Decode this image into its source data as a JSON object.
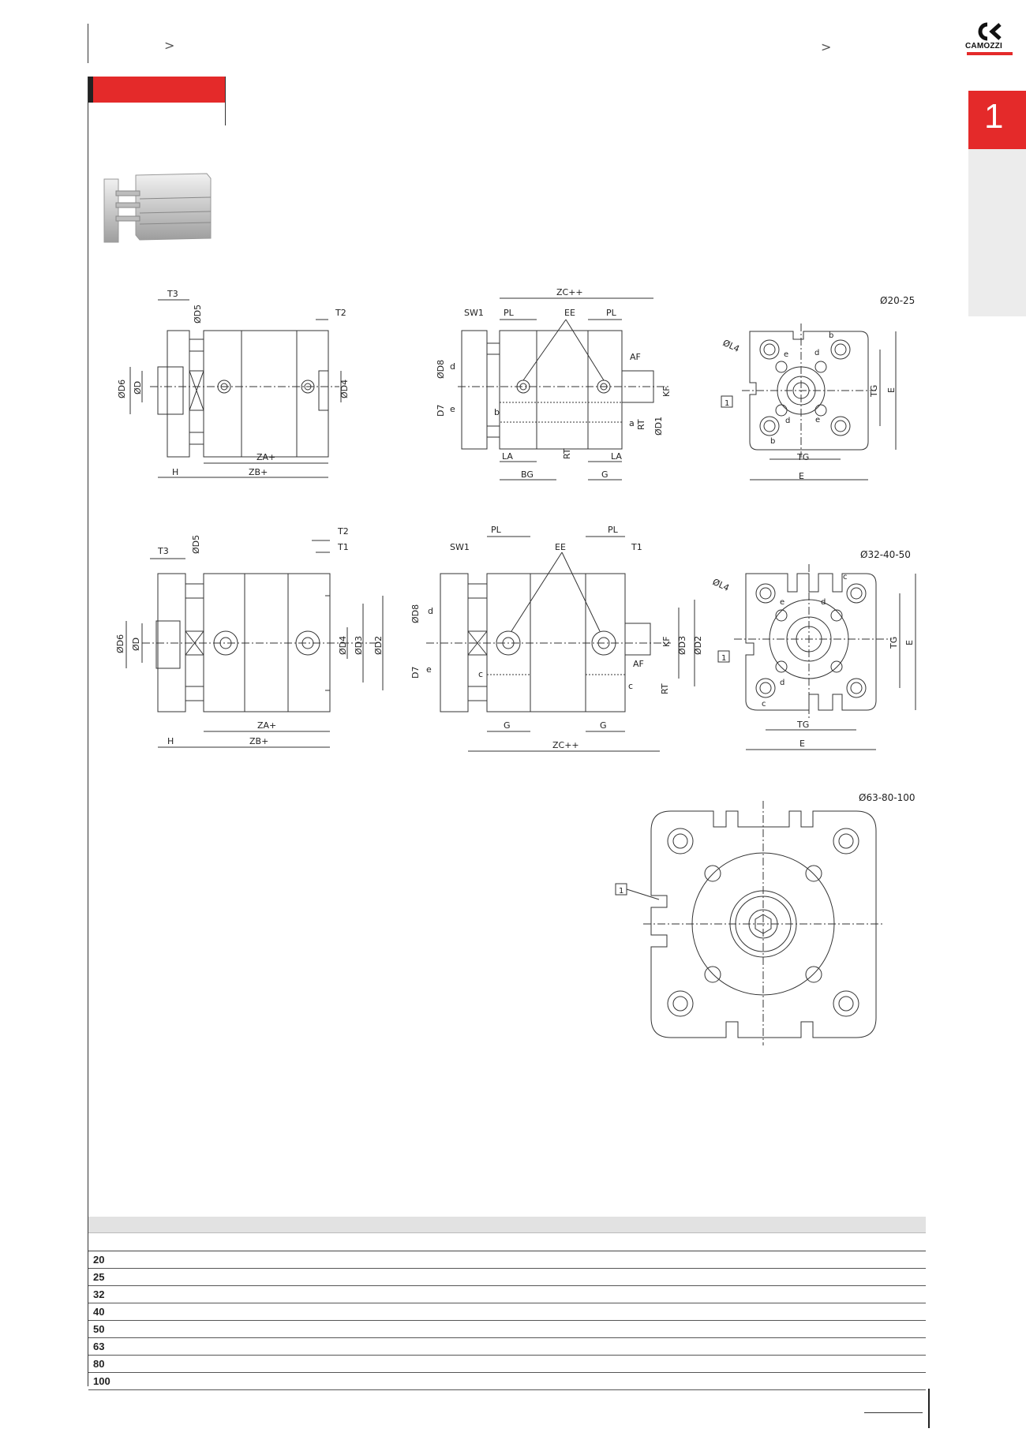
{
  "header": {
    "breadcrumb_arrow_left": ">",
    "breadcrumb_arrow_right": ">",
    "logo_text": "CAMOZZI",
    "section_number": "1"
  },
  "drawings": {
    "top_label": "Ø20-25",
    "middle_label": "Ø32-40-50",
    "bottom_label": "Ø63-80-100",
    "callout": "1",
    "dims_side": [
      "T3",
      "ØD5",
      "T2",
      "ØD6",
      "ØD",
      "ØD4",
      "ZA+",
      "H",
      "ZB+"
    ],
    "dims_section": [
      "ZC++",
      "SW1",
      "PL",
      "EE",
      "PL",
      "AF",
      "ØD8",
      "d",
      "D7",
      "e",
      "b",
      "KF",
      "RT",
      "a",
      "ØD1",
      "LA",
      "RT",
      "LA",
      "BG",
      "G"
    ],
    "dims_front": [
      "ØL4",
      "b",
      "d",
      "e",
      "d",
      "e",
      "b",
      "TG",
      "E",
      "TG",
      "E"
    ],
    "dims_side2": [
      "T3",
      "ØD5",
      "T2",
      "T1",
      "ØD6",
      "ØD",
      "ØD4",
      "ØD3",
      "ØD2",
      "ZA+",
      "H",
      "ZB+"
    ],
    "dims_section2": [
      "PL",
      "PL",
      "SW1",
      "EE",
      "T1",
      "ØD8",
      "d",
      "KF",
      "ØD3",
      "ØD2",
      "D7",
      "e",
      "c",
      "AF",
      "c",
      "RT",
      "G",
      "G",
      "ZC++"
    ],
    "dims_front2": [
      "ØL4",
      "c",
      "e",
      "d",
      "d",
      "c",
      "TG",
      "E",
      "TG",
      "E"
    ]
  },
  "table": {
    "rows": [
      "20",
      "25",
      "32",
      "40",
      "50",
      "63",
      "80",
      "100"
    ]
  }
}
